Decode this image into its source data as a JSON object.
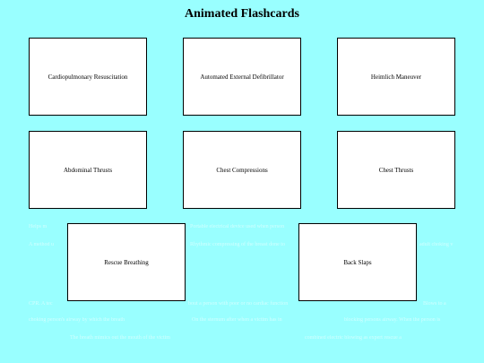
{
  "page": {
    "title": "Animated Flashcards"
  },
  "cards": [
    "Cardiopulmonary Resuscitation",
    "Automated External Defibrillator",
    "Heimlich Maneuver",
    "Abdominal Thrusts",
    "Chest Compressions",
    "Chest Thrusts",
    "Rescue Breathing",
    "Back Slaps"
  ],
  "ghost_texts": [
    "Helps m",
    "Portable electrical device used when person",
    "A method u",
    "Rhythmic compressing of the breast done to",
    "adult choking v",
    "CPR. A tec",
    "bout a person with poor or no cardiac function",
    "Blows to a",
    "choking person's airway by which the breath",
    "On the sternum after when a victim has in",
    "blocking persons airway. When the person is",
    "The breath mimics out the mouth of the victim",
    "combined electric blowing as expert rescue a"
  ]
}
